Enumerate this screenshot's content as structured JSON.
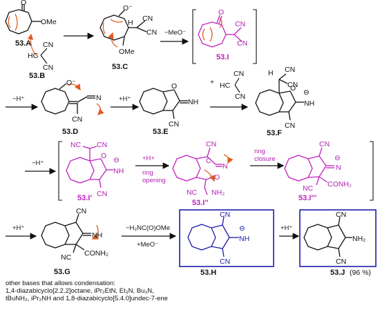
{
  "compounds": {
    "c53A": "53.A",
    "c53B": "53.B",
    "c53C": "53.C",
    "c53I": "53.I",
    "c53D": "53.D",
    "c53E": "53.E",
    "c53F": "53.F",
    "c53Ip": "53.I'",
    "c53Ipp": "53.I''",
    "c53Ippp": "53.I'''",
    "c53G": "53.G",
    "c53H": "53.H",
    "c53J": "53.J",
    "yield": "(96 %)"
  },
  "groups": {
    "O": "O",
    "Ominus": "O⁻",
    "OMe": "OMe",
    "CN": "CN",
    "NC": "NC",
    "HC": "HC",
    "H": "H",
    "N": "N",
    "NH": "NH",
    "eqNH": "=NH",
    "NH2": "NH₂",
    "CONH2": "CONH₂",
    "minus": "⊖",
    "minusSup": "−"
  },
  "arrows": {
    "loss_meo": "−MeO⁻",
    "minus_h": "−H⁺",
    "plus_h": "+H⁺",
    "plus_h_alt": "+H+",
    "plus_sign": "+",
    "ring_opening_1": "ring",
    "ring_opening_2": "opening",
    "ring_closure_1": "ring",
    "ring_closure_2": "closure",
    "loss_ester": "−H₂NC(O)OMe",
    "plus_meo": "+MeO⁻"
  },
  "footnote": {
    "line1": "other bases that allows condensation:",
    "line2": "1,4-diazabicyclo[2.2.2]octane, iPr₂EtN, Et₃N, Bu₃N,",
    "line3": "tBuNH₂, iPr₂NH and 1,8-diazabicyclo[5.4.0]undec-7-ene"
  },
  "colors": {
    "black": "#111111",
    "intermediate": "#c020c0",
    "product_box": "#1a1aa8",
    "curved_arrow": "#e05a20"
  }
}
